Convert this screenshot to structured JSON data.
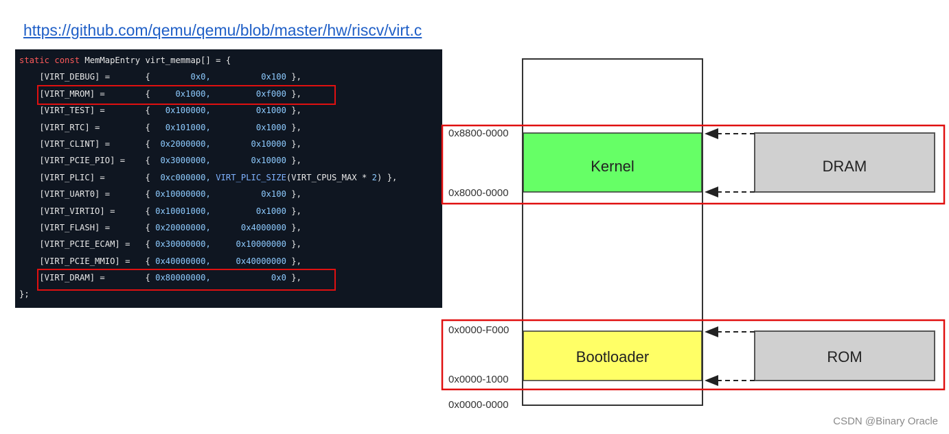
{
  "source_link": "https://github.com/qemu/qemu/blob/master/hw/riscv/virt.c",
  "code": {
    "header": {
      "kw": "static const",
      "rest": " MemMapEntry virt_memmap[] = {"
    },
    "entries": [
      {
        "name": "    [VIRT_DEBUG] =       ",
        "base": "       0x0,",
        "size": "         0x100"
      },
      {
        "name": "    [VIRT_MROM] =        ",
        "base": "    0x1000,",
        "size": "        0xf000"
      },
      {
        "name": "    [VIRT_TEST] =        ",
        "base": "  0x100000,",
        "size": "        0x1000"
      },
      {
        "name": "    [VIRT_RTC] =         ",
        "base": "  0x101000,",
        "size": "        0x1000"
      },
      {
        "name": "    [VIRT_CLINT] =       ",
        "base": " 0x2000000,",
        "size": "       0x10000"
      },
      {
        "name": "    [VIRT_PCIE_PIO] =    ",
        "base": " 0x3000000,",
        "size": "       0x10000"
      },
      {
        "name": "    [VIRT_PLIC] =        ",
        "base": " 0xc000000,",
        "size_fn": "VIRT_PLIC_SIZE",
        "size_arg": "(VIRT_CPUS_MAX * ",
        "size_num": "2",
        "size_close": ")"
      },
      {
        "name": "    [VIRT_UART0] =       ",
        "base": "0x10000000,",
        "size": "         0x100"
      },
      {
        "name": "    [VIRT_VIRTIO] =      ",
        "base": "0x10001000,",
        "size": "        0x1000"
      },
      {
        "name": "    [VIRT_FLASH] =       ",
        "base": "0x20000000,",
        "size": "     0x4000000"
      },
      {
        "name": "    [VIRT_PCIE_ECAM] =   ",
        "base": "0x30000000,",
        "size": "    0x10000000"
      },
      {
        "name": "    [VIRT_PCIE_MMIO] =   ",
        "base": "0x40000000,",
        "size": "    0x40000000"
      },
      {
        "name": "    [VIRT_DRAM] =        ",
        "base": "0x80000000,",
        "size": "           0x0"
      }
    ],
    "footer": "};"
  },
  "diagram": {
    "addresses": {
      "a1": "0x8800-0000",
      "a2": "0x8000-0000",
      "a3": "0x0000-F000",
      "a4": "0x0000-1000",
      "a5": "0x0000-0000"
    },
    "blocks": {
      "kernel": {
        "label": "Kernel",
        "color": "#66ff66"
      },
      "bootloader": {
        "label": "Bootloader",
        "color": "#ffff66"
      },
      "dram": {
        "label": "DRAM",
        "color": "#d0d0d0"
      },
      "rom": {
        "label": "ROM",
        "color": "#d0d0d0"
      }
    },
    "highlight_color": "#e01010"
  },
  "watermark": "CSDN @Binary Oracle"
}
